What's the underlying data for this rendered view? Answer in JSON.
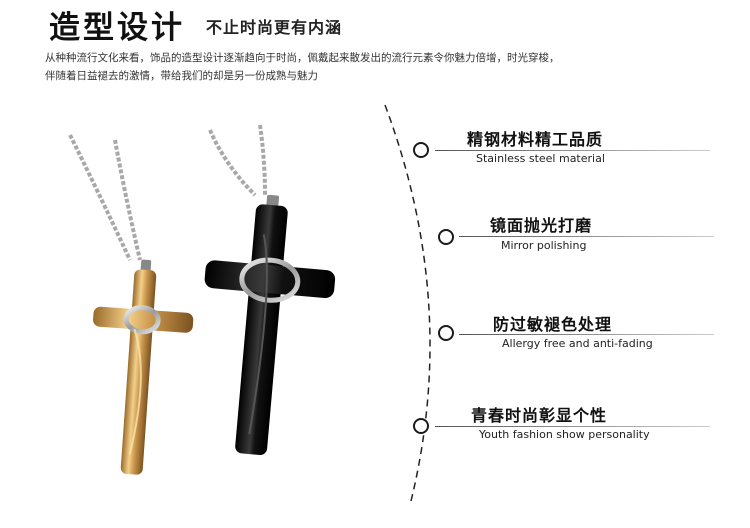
{
  "header": {
    "title": "造型设计",
    "subtitle": "不止时尚更有内涵"
  },
  "description": {
    "line1": "从种种流行文化来看，饰品的造型设计逐渐趋向于时尚，佩戴起来散发出的流行元素令你魅力倍增，时光穿梭，",
    "line2": "伴随着日益褪去的激情，带给我们的却是另一份成熟与魅力"
  },
  "features": [
    {
      "zh": "精钢材料精工品质",
      "en": "Stainless steel material"
    },
    {
      "zh": "镜面抛光打磨",
      "en": "Mirror polishing"
    },
    {
      "zh": "防过敏褪色处理",
      "en": "Allergy free and anti-fading"
    },
    {
      "zh": "青春时尚彰显个性",
      "en": "Youth fashion show personality"
    }
  ],
  "colors": {
    "gold": "#d4a35a",
    "black": "#151515",
    "silver": "#c8c8c8"
  }
}
